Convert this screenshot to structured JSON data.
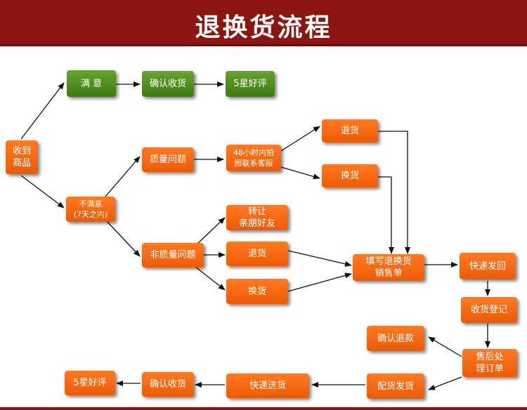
{
  "title": "退换货流程",
  "nodes": {
    "receive": "收到\n商品",
    "satisfied": "满  意",
    "confirm_receipt_top": "确认收货",
    "five_star_top": "5星好评",
    "unsatisfied": "不满意\n(7天之内)",
    "quality_issue": "质量问题",
    "photo_48h": "48小时内拍\n照联系客服",
    "return_top": "退货",
    "exchange_top": "换货",
    "non_quality_issue": "非质量问题",
    "transfer": "转让\n亲朋好友",
    "return_mid": "退货",
    "exchange_mid": "换货",
    "fill_form": "填写退换货\n销售单",
    "express_return": "快递发回",
    "receipt_register": "收货登记",
    "after_sale": "售后处\n理订单",
    "confirm_refund": "确认退款",
    "ship_goods": "配货发货",
    "express_send": "快递送货",
    "confirm_receipt_bottom": "确认收货",
    "five_star_bottom": "5星好评"
  },
  "colors": {
    "header": "#8b1510",
    "green": "#4e8c1c",
    "orange": "#f4670f",
    "arrow": "#111111"
  }
}
